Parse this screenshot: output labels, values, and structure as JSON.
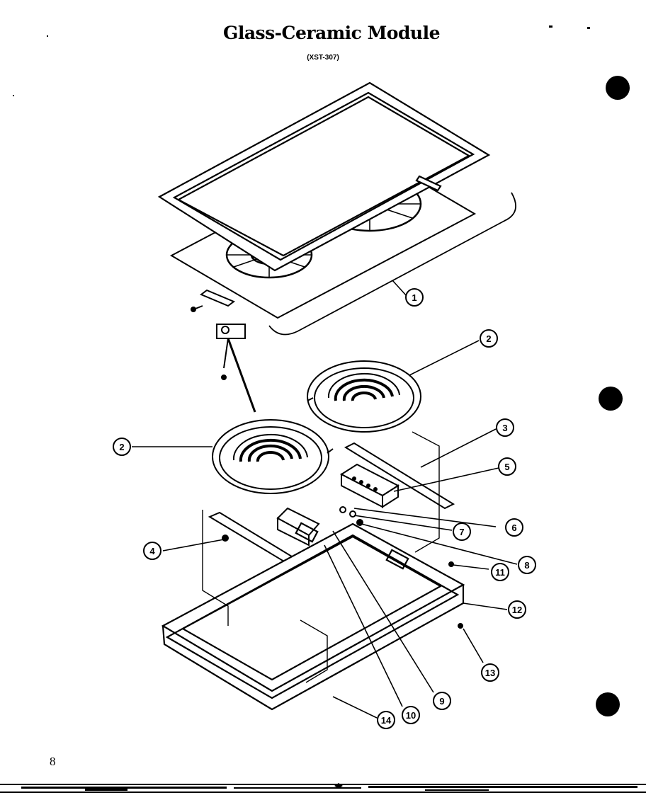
{
  "title": "Glass-Ceramic Module",
  "model": "(XST-307)",
  "page_number": "8",
  "callouts": [
    "1",
    "2",
    "2",
    "3",
    "4",
    "5",
    "6",
    "7",
    "8",
    "9",
    "10",
    "11",
    "12",
    "13",
    "14"
  ]
}
